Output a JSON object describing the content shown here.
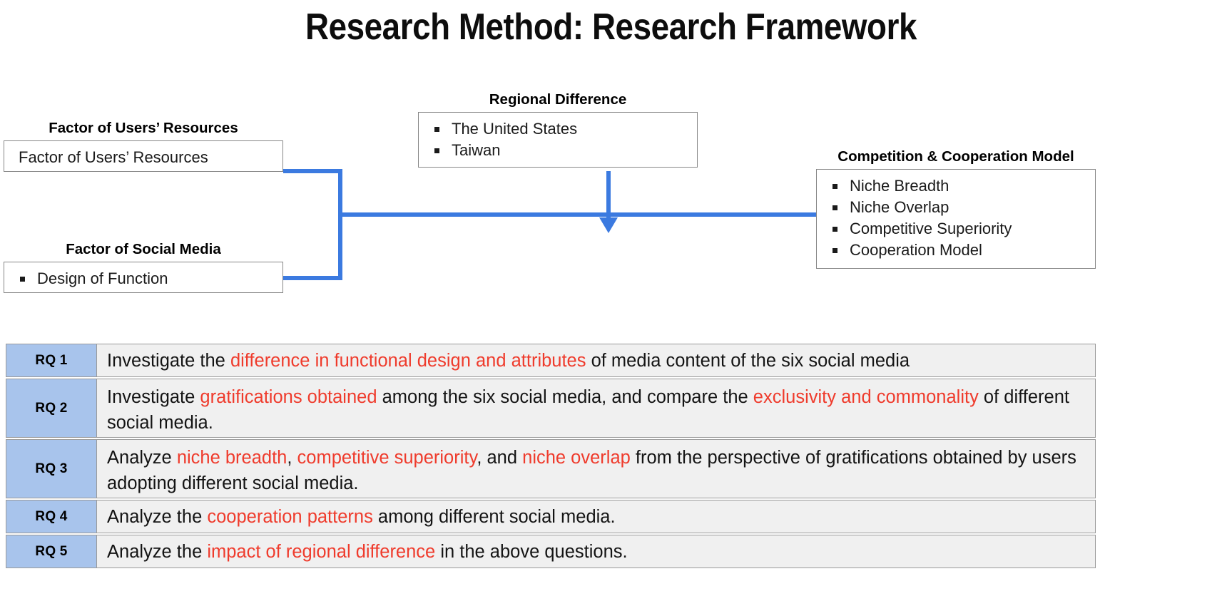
{
  "title": "Research Method: Research Framework",
  "accent_colors": {
    "connector_blue": "#3b7ae0",
    "highlight_red": "#ef3b2c",
    "rq_label_blue": "#a8c4ec",
    "rq_text_gray": "#f0f0f0",
    "box_border_gray": "#878787"
  },
  "diagram": {
    "boxes": [
      {
        "caption": "Factor of Users’ Resources",
        "items": [
          "Factor of Users’ Resources"
        ],
        "bulleted": false
      },
      {
        "caption": "Factor of Social Media",
        "items": [
          "Design of Function"
        ],
        "bulleted": true
      },
      {
        "caption": "Regional Difference",
        "items": [
          "The United States",
          "Taiwan"
        ],
        "bulleted": true
      },
      {
        "caption": "Competition & Cooperation Model",
        "items": [
          "Niche Breadth",
          "Niche Overlap",
          "Competitive Superiority",
          "Cooperation Model"
        ],
        "bulleted": true
      }
    ]
  },
  "rq_table": {
    "rows": [
      {
        "label": "RQ 1",
        "segments": [
          {
            "t": "Investigate the ",
            "hl": false
          },
          {
            "t": "difference in functional design and attributes",
            "hl": true
          },
          {
            "t": " of media content of the six social media",
            "hl": false
          }
        ]
      },
      {
        "label": "RQ 2",
        "segments": [
          {
            "t": "Investigate ",
            "hl": false
          },
          {
            "t": "gratifications obtained",
            "hl": true
          },
          {
            "t": " among the six social media, and compare the ",
            "hl": false
          },
          {
            "t": "exclusivity and commonality",
            "hl": true
          },
          {
            "t": " of different social media.",
            "hl": false
          }
        ]
      },
      {
        "label": "RQ 3",
        "segments": [
          {
            "t": "Analyze ",
            "hl": false
          },
          {
            "t": "niche breadth",
            "hl": true
          },
          {
            "t": ", ",
            "hl": false
          },
          {
            "t": "competitive superiority",
            "hl": true
          },
          {
            "t": ", and ",
            "hl": false
          },
          {
            "t": "niche overlap",
            "hl": true
          },
          {
            "t": " from the perspective of gratifications obtained by users adopting different social media.",
            "hl": false
          }
        ]
      },
      {
        "label": "RQ 4",
        "segments": [
          {
            "t": "Analyze the ",
            "hl": false
          },
          {
            "t": "cooperation patterns",
            "hl": true
          },
          {
            "t": " among different social media.",
            "hl": false
          }
        ]
      },
      {
        "label": "RQ 5",
        "segments": [
          {
            "t": "Analyze the ",
            "hl": false
          },
          {
            "t": "impact of regional difference",
            "hl": true
          },
          {
            "t": " in the above questions.",
            "hl": false
          }
        ]
      }
    ]
  }
}
